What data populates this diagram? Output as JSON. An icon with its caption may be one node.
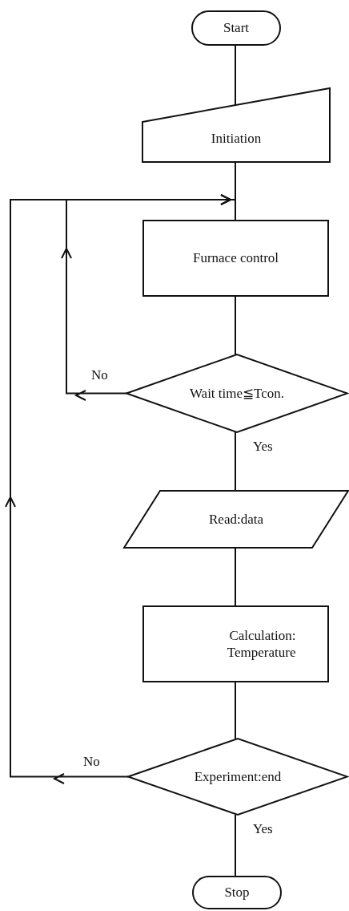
{
  "diagram": {
    "nodes": [
      {
        "text": [
          "Start"
        ]
      },
      {
        "text": [
          "Initiation"
        ]
      },
      {
        "text": [
          "Furnace control"
        ]
      },
      {
        "text": [
          "Wait time≦Tcon."
        ]
      },
      {
        "text": [
          "Read:data"
        ]
      },
      {
        "text": [
          "Calculation: Temperature"
        ]
      },
      {
        "text": [
          "Experiment:end"
        ]
      },
      {
        "text": [
          "Stop"
        ]
      }
    ],
    "edges": [
      {
        "from": 0,
        "to": 1,
        "arrow": "none"
      },
      {
        "from": 1,
        "to": 2,
        "arrow": "none"
      },
      {
        "from": 2,
        "to": 3,
        "arrow": "none"
      },
      {
        "from": 3,
        "to": 4,
        "arrow": "none",
        "label": "Yes"
      },
      {
        "from": 4,
        "to": 5,
        "arrow": "none"
      },
      {
        "from": 5,
        "to": 6,
        "arrow": "none"
      },
      {
        "from": 6,
        "to": 7,
        "arrow": "none",
        "label": "Yes"
      },
      {
        "from": 3,
        "to": 2,
        "arrow": "to",
        "label": "No"
      },
      {
        "from": 6,
        "to": 2,
        "arrow": "to",
        "label": "No"
      }
    ]
  }
}
